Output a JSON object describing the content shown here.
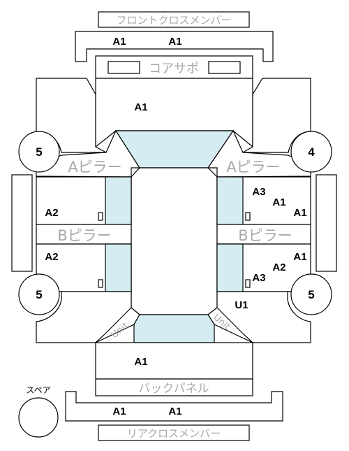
{
  "labels": {
    "front_cross_member": "フロントクロスメンバー",
    "core_support": "コアサポ",
    "a_pillar_left": "Aピラー",
    "a_pillar_right": "Aピラー",
    "b_pillar_left": "Bピラー",
    "b_pillar_right": "Bピラー",
    "unit_left": "Unit",
    "unit_right": "Unit",
    "back_panel": "バックパネル",
    "rear_cross_member": "リアクロスメンバー",
    "spare": "スペア"
  },
  "wheels": {
    "front_left": "5",
    "front_right": "4",
    "rear_left": "5",
    "rear_right": "5"
  },
  "codes": {
    "front_cross_left": "A1",
    "front_cross_right": "A1",
    "hood": "A1",
    "left_front_door": "A2",
    "left_rear_door": "A2",
    "right_front_door_top": "A3",
    "right_front_door_mid": "A1",
    "right_front_door_edge": "A1",
    "right_rear_door_edge": "A1",
    "right_rear_door_mid": "A2",
    "right_rear_door_bottom": "A3",
    "right_rear_fender": "U1",
    "trunk": "A1",
    "rear_cross_left": "A1",
    "rear_cross_right": "A1"
  }
}
